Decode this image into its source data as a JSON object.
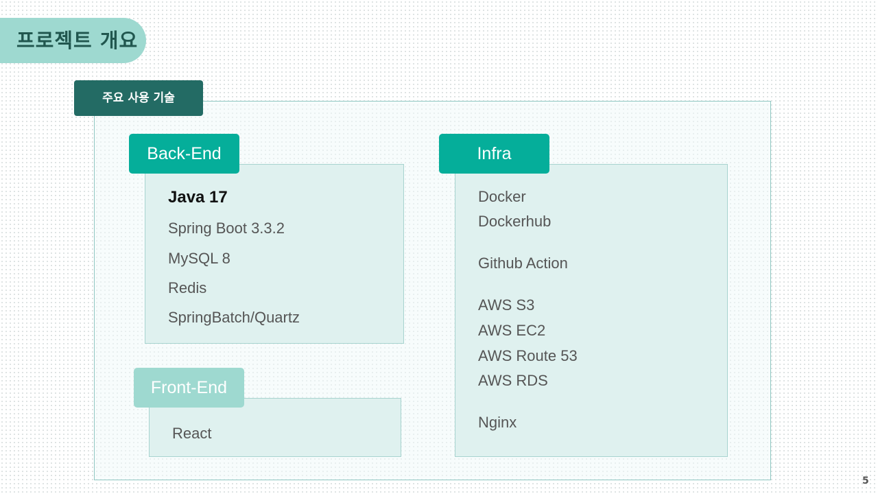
{
  "slide": {
    "title": "프로젝트 개요",
    "section_label": "주요 사용 기술",
    "page_number": "5"
  },
  "backend": {
    "label": "Back-End",
    "items": [
      "Java 17",
      "Spring Boot 3.3.2",
      "MySQL 8",
      "Redis",
      "SpringBatch/Quartz"
    ]
  },
  "frontend": {
    "label": "Front-End",
    "items": [
      "React"
    ]
  },
  "infra": {
    "label": "Infra",
    "items": [
      "Docker",
      "Dockerhub",
      "Github Action",
      "AWS S3",
      "AWS EC2",
      "AWS Route 53",
      "AWS RDS",
      "Nginx"
    ]
  },
  "colors": {
    "title_pill": "#9ed9d0",
    "title_text": "#21574f",
    "section_tag": "#236b64",
    "tag_primary": "#05ae9a",
    "tag_secondary": "#9ed9d0",
    "panel_fill": "#dff1ef"
  }
}
